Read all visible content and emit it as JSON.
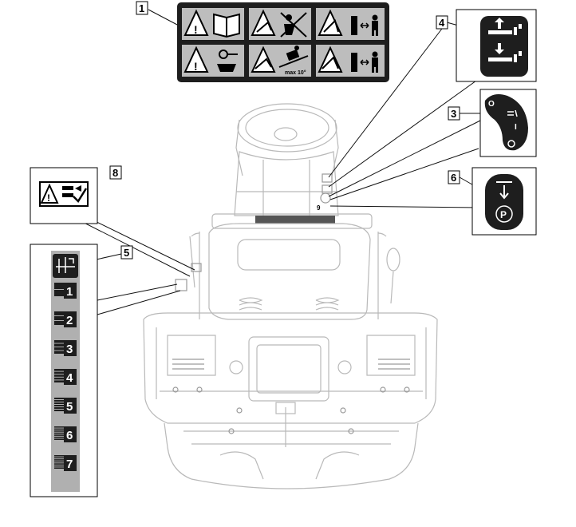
{
  "callouts": {
    "c1": "1",
    "c3": "3",
    "c4": "4",
    "c5": "5",
    "c6": "6",
    "c8": "8"
  },
  "labels": {
    "slope_limit": "max 10°",
    "ignition_off": "O",
    "ignition_on": "I",
    "brake_p": "P",
    "engine_mark": "9"
  },
  "gears": [
    "1",
    "2",
    "3",
    "4",
    "5",
    "6",
    "7"
  ],
  "colors": {
    "decal_bg": "#1e1e1e",
    "tile_bg": "#bdbdbd",
    "gear_panel": "#b0b0b0",
    "machine_line": "#b9b9b9"
  },
  "icons": {
    "decal1": [
      "warning-read-manual-icon",
      "warning-no-passengers-icon",
      "warning-rotating-blades-icon",
      "warning-keep-distance-icon",
      "warning-remove-key-icon",
      "warning-slope-icon",
      "warning-feet-hands-icon",
      "warning-bystanders-icon"
    ],
    "decal4": "deck-height-lever-icon",
    "decal6": "parking-brake-icon",
    "decal8": "warning-transmission-icon"
  }
}
